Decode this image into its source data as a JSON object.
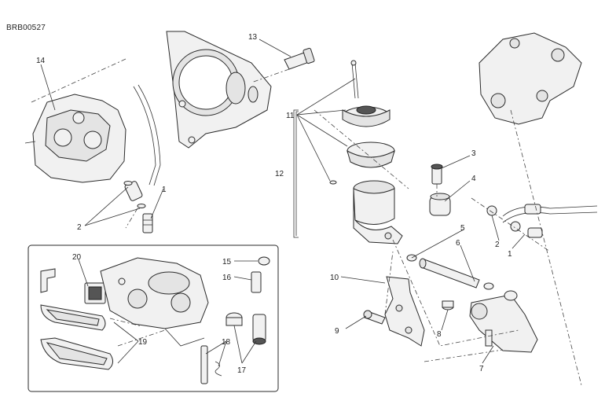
{
  "drawing_code": "BRB00527",
  "callouts": [
    "1",
    "2",
    "3",
    "4",
    "5",
    "6",
    "7",
    "8",
    "9",
    "10",
    "11",
    "12",
    "13",
    "14",
    "15",
    "16",
    "17",
    "18",
    "19",
    "20"
  ],
  "colors": {
    "ink": "#2a2a2a",
    "paper": "#ffffff",
    "fill": "#f1f1f1"
  }
}
